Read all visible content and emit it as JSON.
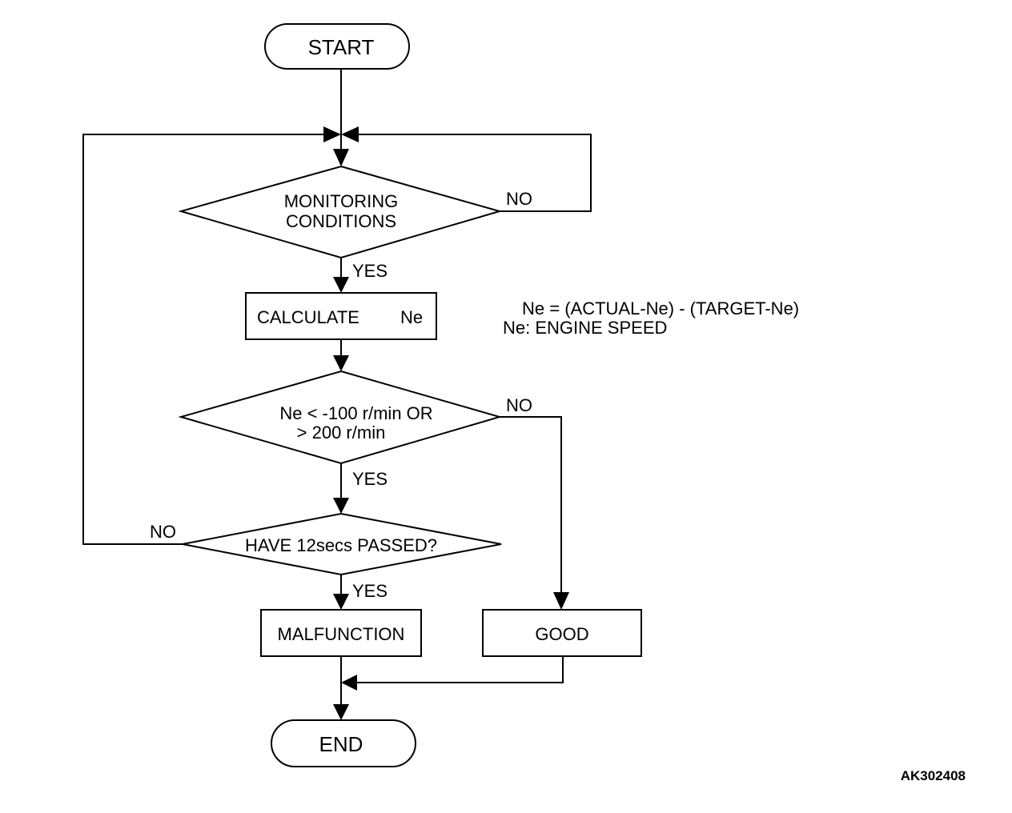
{
  "flowchart": {
    "start": "START",
    "end": "END",
    "decision_monitoring": [
      "MONITORING",
      "CONDITIONS"
    ],
    "process_calculate": {
      "left": "CALCULATE",
      "right": "Ne"
    },
    "decision_ne_range": [
      "Ne < -100 r/min OR",
      "> 200 r/min"
    ],
    "decision_time": "HAVE 12secs PASSED?",
    "process_malfunction": "MALFUNCTION",
    "process_good": "GOOD",
    "labels": {
      "yes": "YES",
      "no": "NO"
    }
  },
  "notes": {
    "line1": "Ne = (ACTUAL-Ne) - (TARGET-Ne)",
    "line2": "Ne: ENGINE SPEED"
  },
  "figure_id": "AK302408"
}
